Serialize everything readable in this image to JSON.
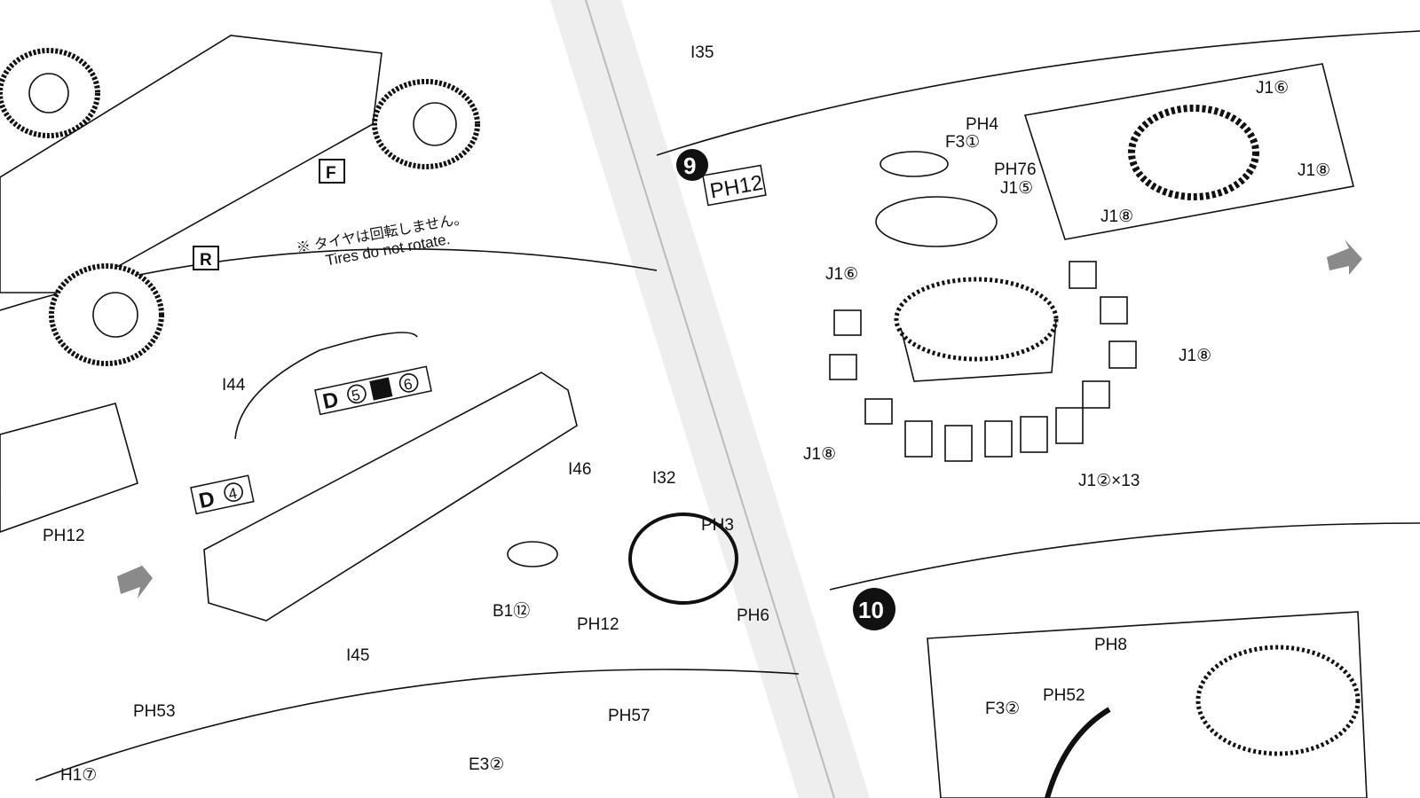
{
  "left_page": {
    "tire_note_jp": "※ タイヤは回転しません。",
    "tire_note_en": "Tires do not rotate.",
    "front_tag": "F",
    "rear_tag": "R",
    "labels": [
      "I44",
      "I46",
      "I32",
      "I45",
      "B1⑫",
      "PH12",
      "PH3",
      "PH6",
      "PH12",
      "PH53",
      "H1⑦",
      "PH57",
      "E3②"
    ],
    "paint_tag_1": {
      "letter": "D",
      "num1": "5",
      "num2": "6"
    },
    "paint_tag_2": {
      "letter": "D",
      "num1": "4"
    }
  },
  "right_page": {
    "top_label": "I35",
    "step9": {
      "number": "9",
      "paint": "PH12",
      "labels": [
        "PH4",
        "F3①",
        "PH76",
        "J1⑤",
        "J1⑥",
        "J1⑧",
        "J1⑧",
        "J1②×13"
      ],
      "inset_labels": [
        "J1⑥",
        "J1⑧",
        "J1⑧"
      ]
    },
    "step10": {
      "number": "10",
      "labels": [
        "PH8",
        "F3②",
        "PH52"
      ]
    }
  },
  "colors": {
    "ink": "#111111",
    "paper": "#ffffff",
    "gutter": "#d8d8d8",
    "arrow": "#8a8a8a"
  }
}
